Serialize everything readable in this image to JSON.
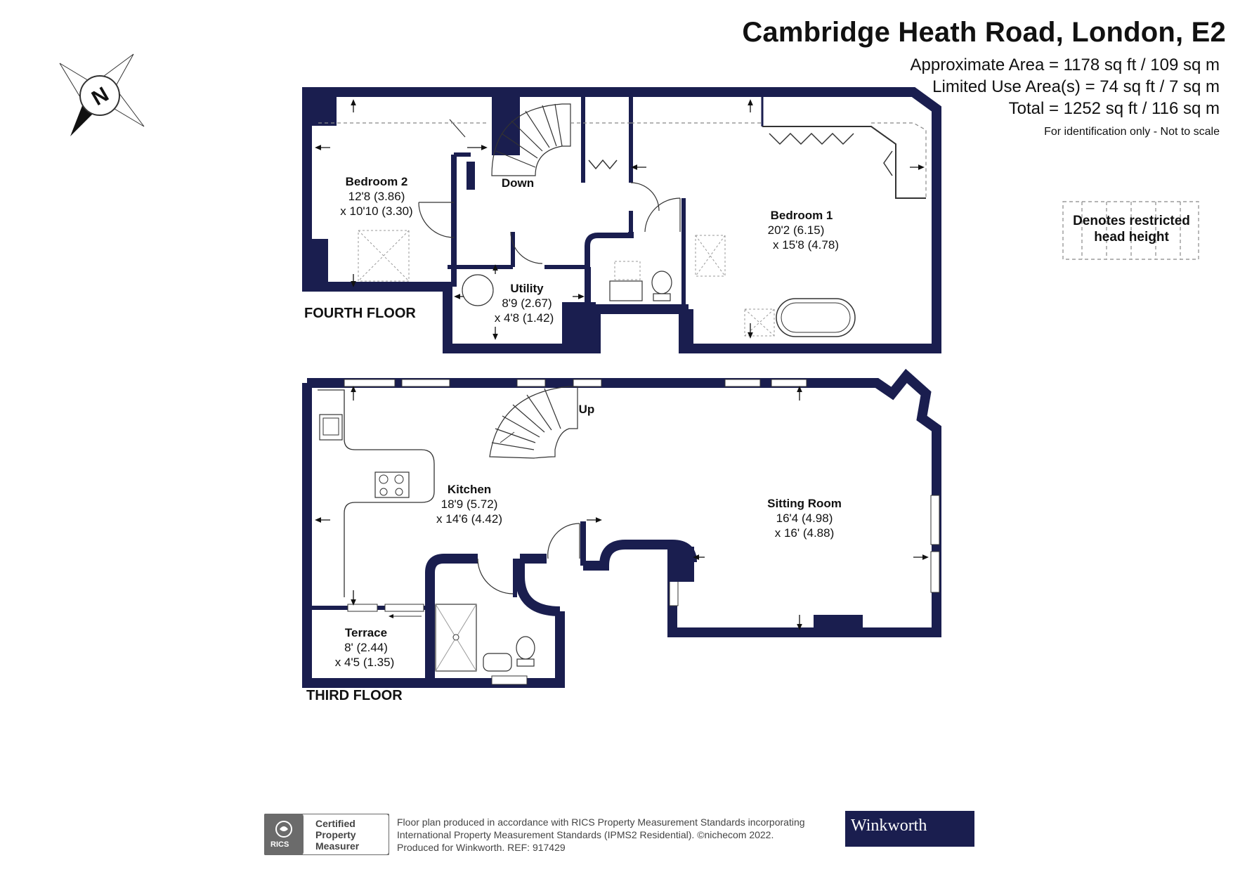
{
  "header": {
    "title": "Cambridge Heath Road, London, E2",
    "approx_area": "Approximate Area = 1178 sq ft / 109 sq m",
    "limited_use": "Limited Use Area(s) = 74 sq ft / 7 sq m",
    "total": "Total = 1252 sq ft / 116 sq m",
    "note": "For identification only - Not to scale"
  },
  "compass": {
    "letter": "N",
    "icon": "compass-icon"
  },
  "legend": {
    "line1": "Denotes restricted",
    "line2": "head height"
  },
  "fourth_floor": {
    "label": "FOURTH FLOOR",
    "stairs_label": "Down",
    "rooms": [
      {
        "name": "Bedroom 2",
        "dim1": "12'8 (3.86)",
        "dim2": "x 10'10 (3.30)"
      },
      {
        "name": "Bedroom 1",
        "dim1": "20'2 (6.15)",
        "dim2": "x 15'8 (4.78)"
      },
      {
        "name": "Utility",
        "dim1": "8'9 (2.67)",
        "dim2": "x 4'8 (1.42)"
      }
    ]
  },
  "third_floor": {
    "label": "THIRD FLOOR",
    "stairs_label": "Up",
    "rooms": [
      {
        "name": "Kitchen",
        "dim1": "18'9 (5.72)",
        "dim2": "x 14'6 (4.42)"
      },
      {
        "name": "Sitting Room",
        "dim1": "16'4 (4.98)",
        "dim2": "x 16' (4.88)"
      },
      {
        "name": "Terrace",
        "dim1": "8' (2.44)",
        "dim2": "x 4'5 (1.35)"
      }
    ]
  },
  "footer": {
    "line1": "Floor plan produced in accordance with RICS Property Measurement Standards incorporating",
    "line2": "International Property Measurement Standards (IPMS2 Residential).  ©nichecom 2022.",
    "line3": "Produced for Winkworth.    REF: 917429",
    "rics_small": "RICS",
    "rics_line1": "Certified",
    "rics_line2": "Property",
    "rics_line3": "Measurer",
    "brand": "Winkworth"
  },
  "colors": {
    "wall": "#1a1e4f",
    "text": "#111111",
    "brand_bg": "#1a1e4f",
    "rics_grey": "#6b6b6b"
  }
}
